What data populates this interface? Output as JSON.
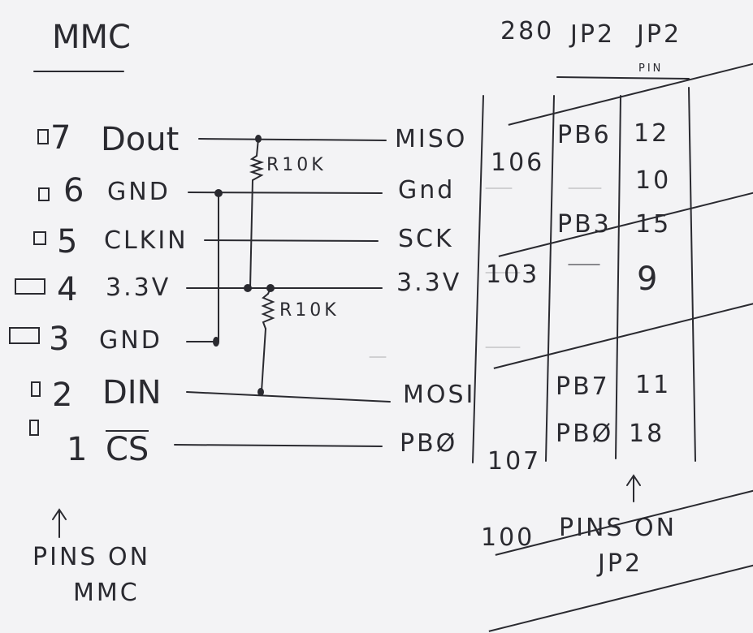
{
  "mmc": {
    "title": "MMC",
    "pins": [
      {
        "num": "7",
        "name": "Dout"
      },
      {
        "num": "6",
        "name": "GND"
      },
      {
        "num": "5",
        "name": "CLKIN"
      },
      {
        "num": "4",
        "name": "3.3V"
      },
      {
        "num": "3",
        "name": "GND"
      },
      {
        "num": "2",
        "name": "DIN"
      },
      {
        "num": "1",
        "name": "CS"
      }
    ],
    "footer": [
      "PINS ON",
      "MMC"
    ]
  },
  "resistors": [
    "R10K",
    "R10K"
  ],
  "table": {
    "headers": {
      "col1": "280",
      "col2": "JP2",
      "col3": "JP2",
      "col3_sub": "PIN"
    },
    "rows": [
      {
        "signal": "MISO",
        "col1": "106",
        "port": "PB6",
        "pin": "12"
      },
      {
        "signal": "Gnd",
        "col1": "",
        "port": "",
        "pin": "10"
      },
      {
        "signal": "SCK",
        "col1": "103",
        "port": "PB3",
        "pin": "15"
      },
      {
        "signal": "3.3V",
        "col1": "",
        "port": "",
        "pin": "9"
      },
      {
        "signal": "MOSI",
        "col1": "107",
        "port": "PB7",
        "pin": "11"
      },
      {
        "signal": "PBØ",
        "col1": "100",
        "port": "PBØ",
        "pin": "18"
      }
    ],
    "footer": [
      "PINS ON",
      "JP2"
    ]
  },
  "colors": {
    "ink": "#2a2a30",
    "paper": "#f3f3f5"
  }
}
